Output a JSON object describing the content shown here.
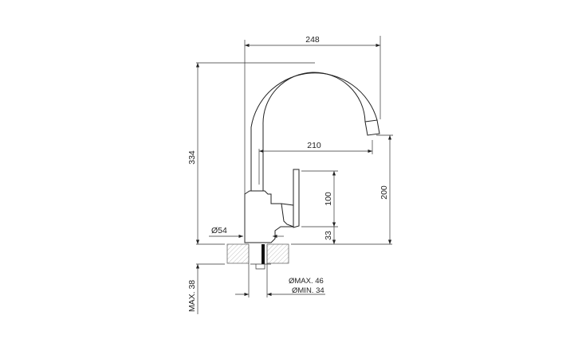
{
  "drawing": {
    "dimensions": {
      "overall_width": "248",
      "spout_reach": "210",
      "overall_height": "334",
      "spout_height": "200",
      "lever_height": "100",
      "base_height": "33",
      "base_diameter": "Ø54",
      "hole_max": "ØMAX. 46",
      "hole_min": "ØMIN. 34",
      "counter_max": "MAX. 38"
    },
    "colors": {
      "line": "#222222",
      "background": "#ffffff"
    }
  }
}
